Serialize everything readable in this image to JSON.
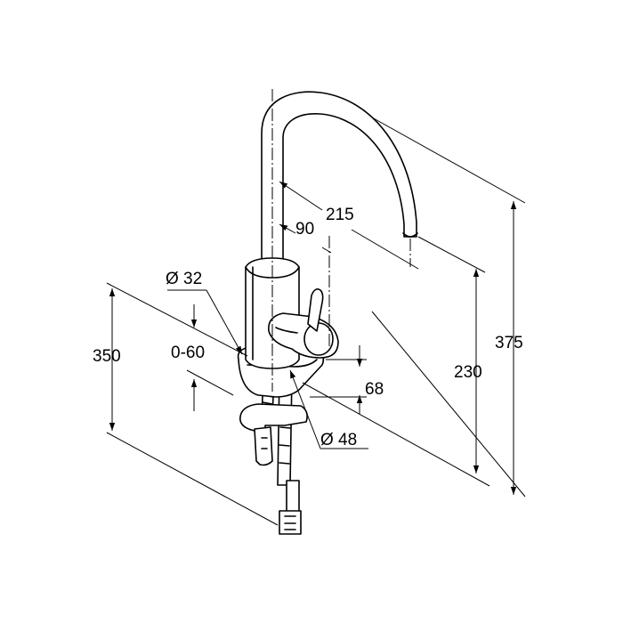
{
  "dimensions": {
    "spout_reach": "215",
    "handle_offset": "90",
    "hole_diameter": "Ø 32",
    "countertop_thickness": "0-60",
    "supply_length": "350",
    "base_height": "68",
    "base_diameter": "Ø 48",
    "spout_height": "230",
    "overall_height": "375"
  }
}
